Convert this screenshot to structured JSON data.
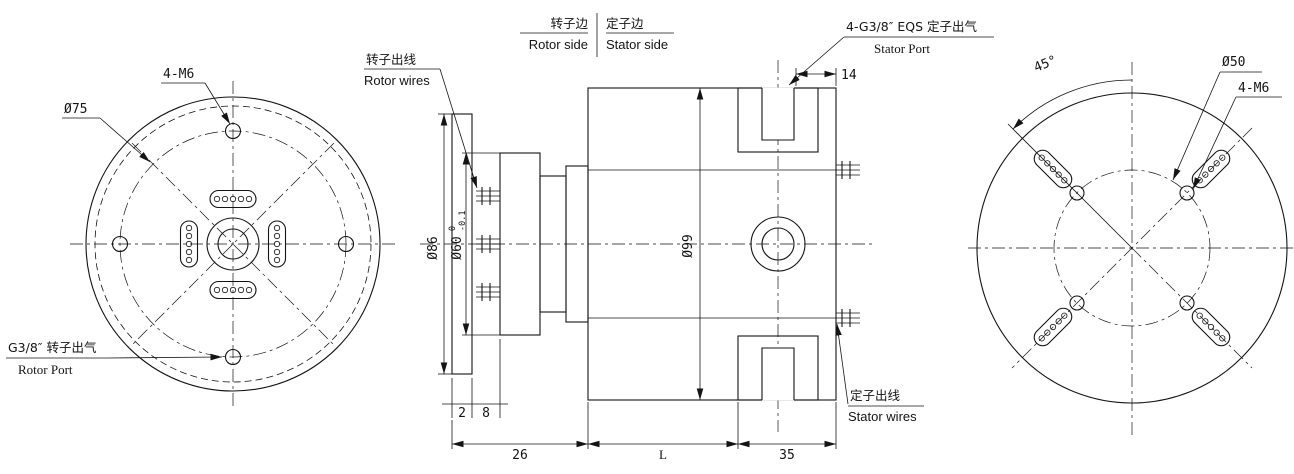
{
  "left_view": {
    "bolt_label": "4-M6",
    "bcd_label": "Ø75",
    "port_cn": "G3/8″ 转子出气",
    "port_en": "Rotor Port"
  },
  "header": {
    "rotor_side_cn": "转子边",
    "rotor_side_en": "Rotor side",
    "stator_side_cn": "定子边",
    "stator_side_en": "Stator side"
  },
  "section": {
    "rotor_wires_cn": "转子出线",
    "rotor_wires_en": "Rotor wires",
    "stator_port_cn": "4-G3/8″ EQS 定子出气",
    "stator_port_en": "Stator Port",
    "stator_wires_cn": "定子出线",
    "stator_wires_en": "Stator wires",
    "dims": {
      "d86": "Ø86",
      "d60": "Ø60",
      "d60_tol_top": "0",
      "d60_tol_bot": "-0.1",
      "d99": "Ø99",
      "t2": "2",
      "t8": "8",
      "w26": "26",
      "wL": "L",
      "w35": "35",
      "w14": "14"
    }
  },
  "right_view": {
    "angle_label": "45°",
    "bcd_label": "Ø50",
    "bolt_label": "4-M6"
  }
}
